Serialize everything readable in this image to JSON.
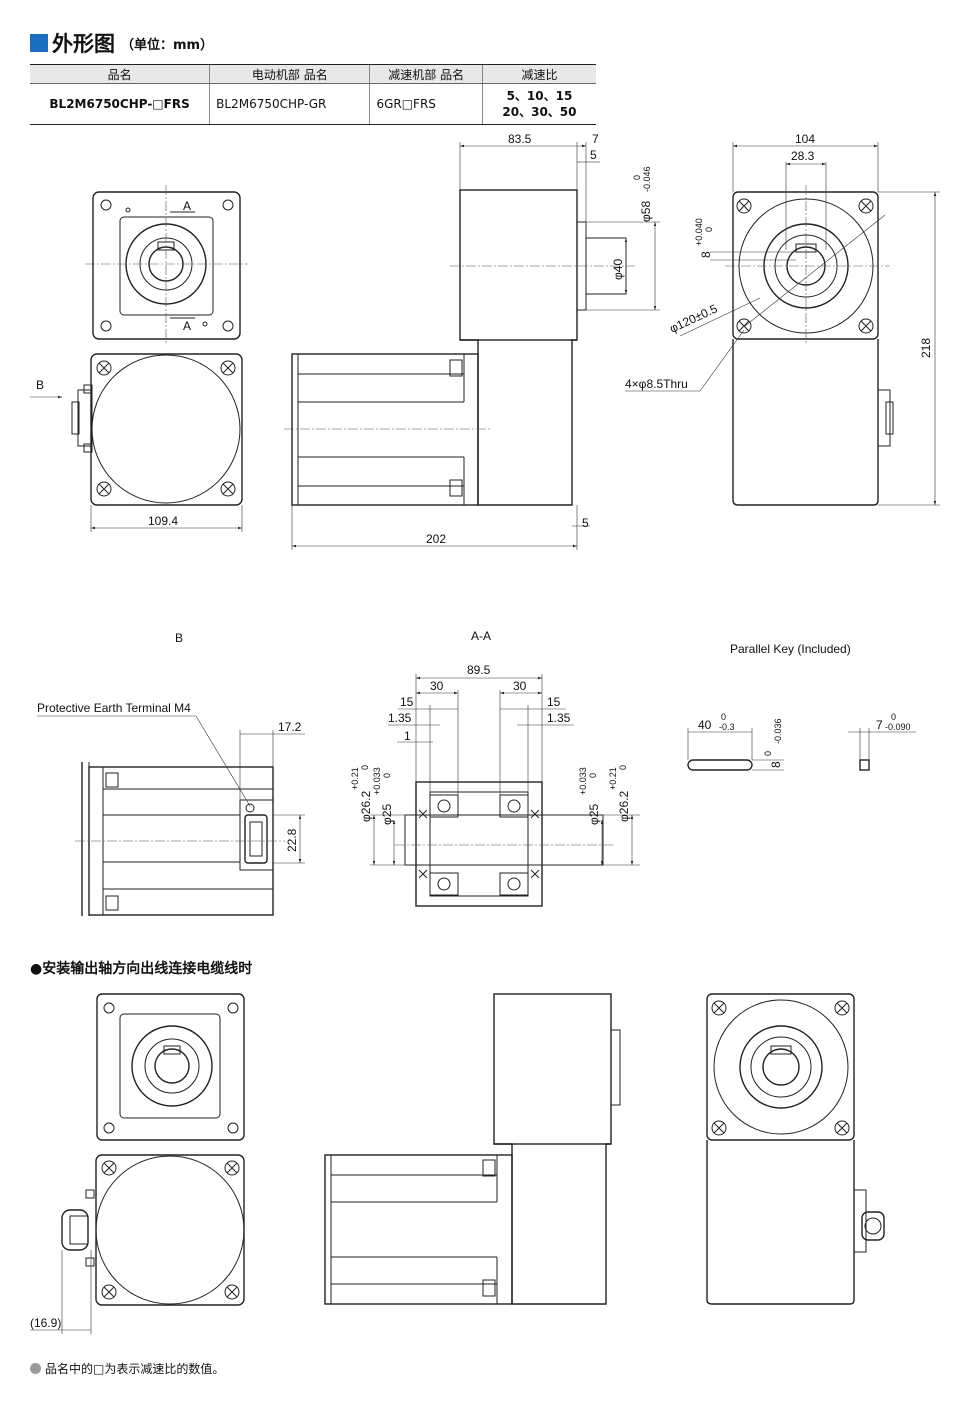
{
  "header": {
    "title": "外形图",
    "unit": "（单位：mm）"
  },
  "table": {
    "headers": [
      "品名",
      "电动机部  品名",
      "减速机部  品名",
      "减速比"
    ],
    "row": {
      "product": "BL2M6750CHP-□FRS",
      "motor": "BL2M6750CHP-GR",
      "gear": "6GR□FRS",
      "ratio_line1": "5、10、15",
      "ratio_line2": "20、30、50"
    }
  },
  "dims": {
    "d109": "109.4",
    "d202": "202",
    "d5": "5",
    "d83": "83.5",
    "d7": "7",
    "d5b": "5",
    "d58": "φ58",
    "d58tol_u": "0",
    "d58tol_l": "-0.046",
    "d40": "φ40",
    "d104": "104",
    "d283": "28.3",
    "d218": "218",
    "d8": "8",
    "d8tol_u": "+0.040",
    "d8tol_l": "0",
    "d120": "φ120±0.5",
    "holes": "4×φ8.5Thru",
    "d172": "17.2",
    "d228": "22.8",
    "d895": "89.5",
    "d30a": "30",
    "d30b": "30",
    "d15a": "15",
    "d15b": "15",
    "d135a": "1.35",
    "d135b": "1.35",
    "d1": "1",
    "d262": "φ26.2",
    "d262tol_u": "+0.21",
    "d262tol_l": "0",
    "d25": "φ25",
    "d25tol_u": "+0.033",
    "d25tol_l": "0",
    "d25b": "φ25",
    "d262b": "φ26.2",
    "key40": "40",
    "key40tol_u": "0",
    "key40tol_l": "-0.3",
    "key8": "8",
    "key8tol_u": "0",
    "key8tol_l": "-0.036",
    "key7": "7",
    "key7tol_u": "0",
    "key7tol_l": "-0.090",
    "d169": "(16.9)"
  },
  "labels": {
    "b_arrow": "B",
    "a_top": "A",
    "a_bot": "A",
    "view_b": "B",
    "view_aa": "A-A",
    "parallel_key": "Parallel Key (Included)",
    "pe_terminal": "Protective Earth Terminal M4"
  },
  "install_title": "●安装输出轴方向出线连接电缆线时",
  "footnote": "品名中的□为表示减速比的数值。"
}
